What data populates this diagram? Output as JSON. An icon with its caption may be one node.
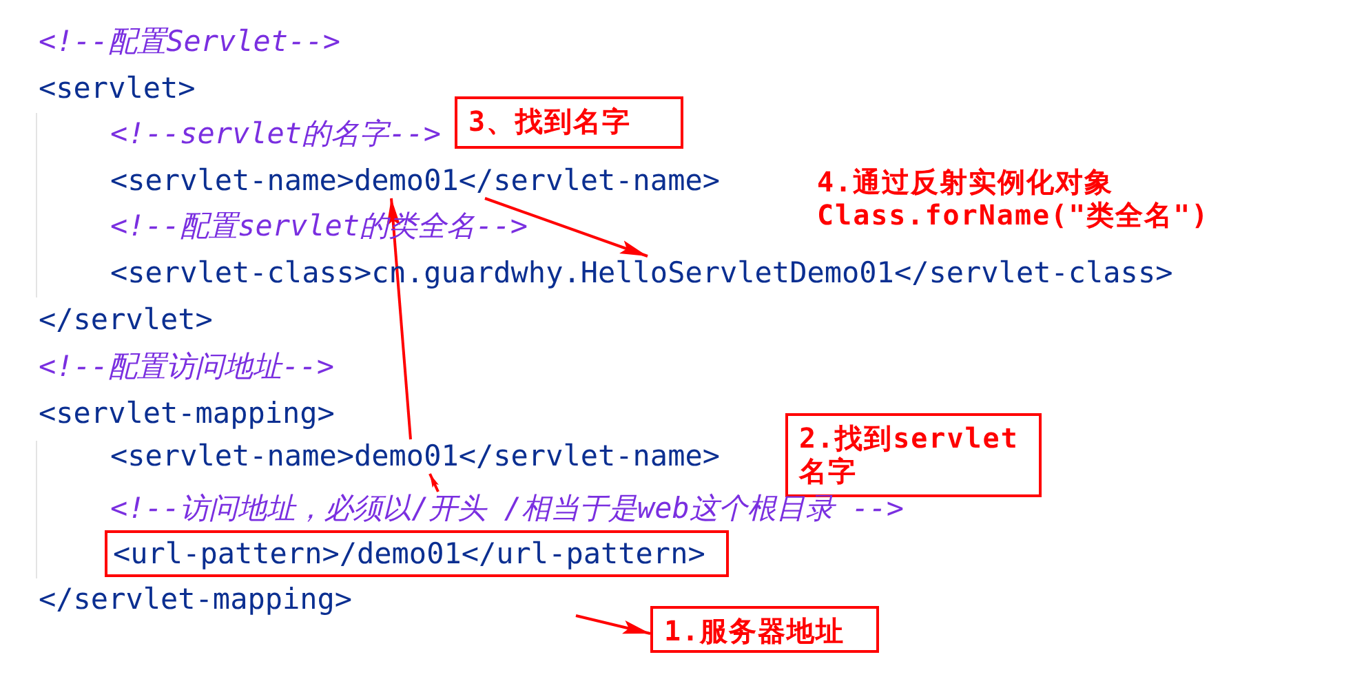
{
  "diagram": {
    "nodes": [
      {
        "text": [
          "3、找到名字"
        ]
      },
      {
        "text": [
          "<servlet-name>demo01</servlet-name>"
        ]
      },
      {
        "text": [
          "<servlet-class>cn.guardwhy.HelloServletDemo01</servlet-class>"
        ]
      },
      {
        "text": [
          "<servlet-name>demo01</servlet-name>"
        ]
      },
      {
        "text": [
          "2.找到servlet名字"
        ]
      },
      {
        "text": [
          "<!--访问地址，必须以/开头 /相当于是web这个根目录 -->"
        ]
      },
      {
        "text": [
          "<url-pattern>/demo01</url-pattern>"
        ]
      },
      {
        "text": [
          "1.服务器地址"
        ]
      }
    ],
    "edges": [
      {
        "from": 3,
        "to": 1,
        "arrow": "to"
      },
      {
        "from": 1,
        "to": 2,
        "arrow": "to"
      },
      {
        "from": 5,
        "to": 3,
        "arrow": "to"
      },
      {
        "from": null,
        "to": 7,
        "arrow": "to"
      }
    ],
    "labels": [
      "<!--配置Servlet-->",
      "<servlet>",
      "<!--servlet的名字-->",
      "<!--配置servlet的类全名-->",
      "4.通过反射实例化对象Class.forName(\"类全名\")",
      "</servlet>",
      "<!--配置访问地址-->",
      "<servlet-mapping>",
      "</servlet-mapping>"
    ]
  }
}
